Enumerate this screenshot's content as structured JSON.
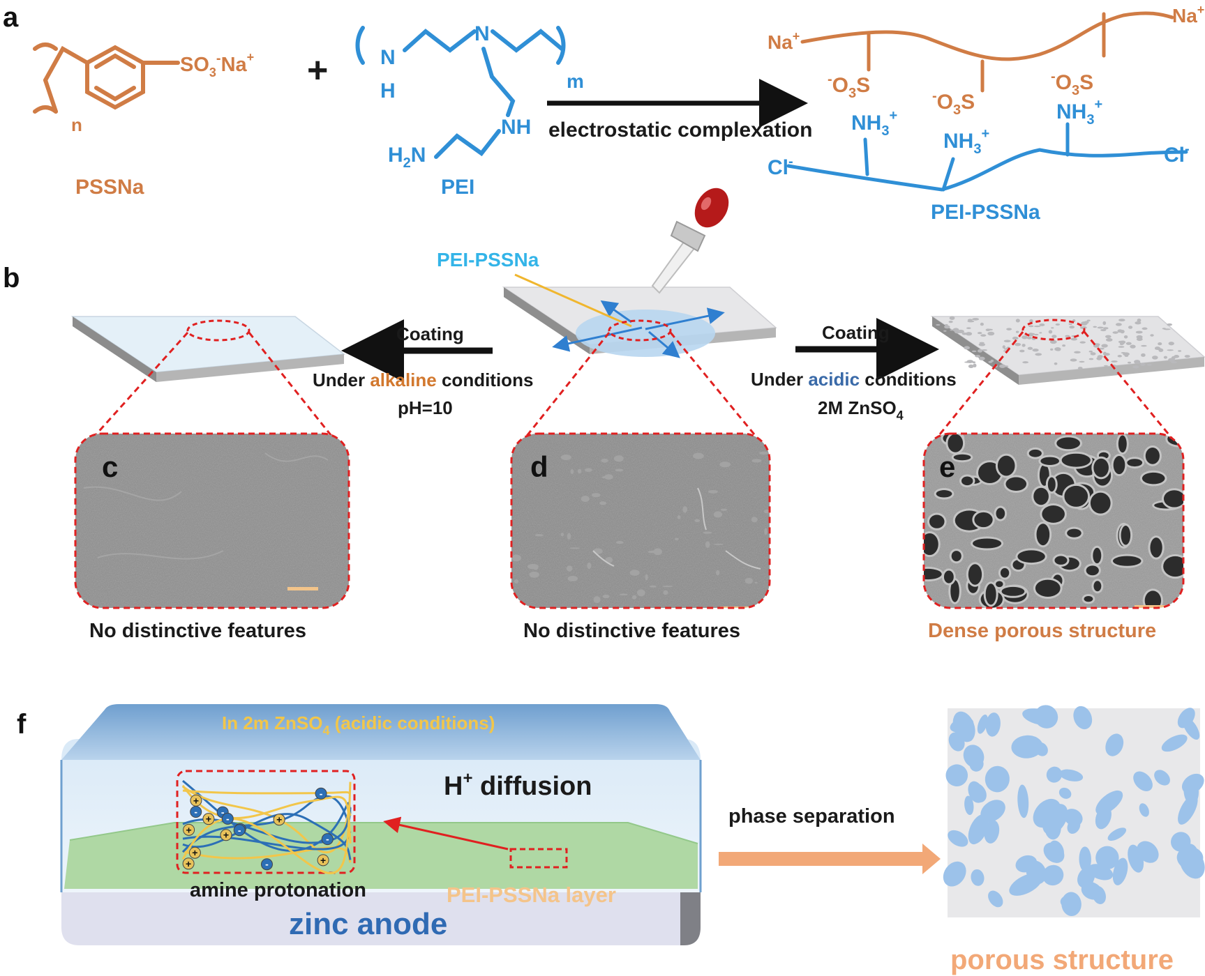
{
  "colors": {
    "pssna_orange": "#d07c45",
    "pei_blue": "#2f8fd6",
    "light_blue_label": "#33b4e8",
    "red_dash": "#e02020",
    "scale_bar": "#f2c48a",
    "film_green": "#a9d59a",
    "zinc_base": "#dfe0ee",
    "pore_blue": "#9cc2ea",
    "arrow_orange": "#f2a877",
    "alkaline_orange": "#d2782e",
    "acidic_blue": "#3a6aa8"
  },
  "panels": {
    "a": {
      "letter": "a",
      "pssna": {
        "name": "PSSNa",
        "group": "SO",
        "group_sub": "3",
        "group_sup": "-",
        "cation": "Na",
        "cation_sup": "+",
        "repeat": "n"
      },
      "plus_sign": "+",
      "pei": {
        "name": "PEI",
        "n_atom": "N",
        "nh_top": "N",
        "h_top": "H",
        "nh_side": "NH",
        "amine_end": "H",
        "amine_end_sub": "2",
        "amine_end_n": "N",
        "repeat": "m"
      },
      "arrow_label": "electrostatic complexation",
      "product": {
        "name": "PEI-PSSNa",
        "na_left": "Na",
        "na_right": "Na",
        "plus": "+",
        "sulfonate": "O",
        "sulfonate_sub": "3",
        "sulfonate_s": "S",
        "minus": "-",
        "ammonium": "NH",
        "ammonium_sub": "3",
        "chloride": "Cl"
      }
    },
    "b": {
      "letter": "b",
      "drop_label": "PEI-PSSNa",
      "left_arrow": {
        "label": "Coating",
        "cond_prefix": "Under ",
        "cond_word": "alkaline",
        "cond_suffix": " conditions",
        "detail": "pH=10"
      },
      "right_arrow": {
        "label": "Coating",
        "cond_prefix": "Under ",
        "cond_word": "acidic",
        "cond_suffix": " conditions",
        "detail_pre": "2M ZnSO",
        "detail_sub": "4"
      }
    },
    "c": {
      "letter": "c",
      "caption": "No distinctive features"
    },
    "d": {
      "letter": "d",
      "caption": "No distinctive features"
    },
    "e": {
      "letter": "e",
      "caption": "Dense porous structure"
    },
    "f": {
      "letter": "f",
      "electrolyte_pre": "In 2m ZnSO",
      "electrolyte_sub": "4",
      "electrolyte_post": " (acidic conditions)",
      "diffusion_ion": "H",
      "diffusion_sup": "+",
      "diffusion_word": " diffusion",
      "protonation_label": "amine protonation",
      "layer_label": "PEI-PSSNa layer",
      "base_label": "zinc anode",
      "arrow_label": "phase separation",
      "result_label": "porous structure",
      "pos_symbol": "+",
      "neg_symbol": "-"
    }
  }
}
